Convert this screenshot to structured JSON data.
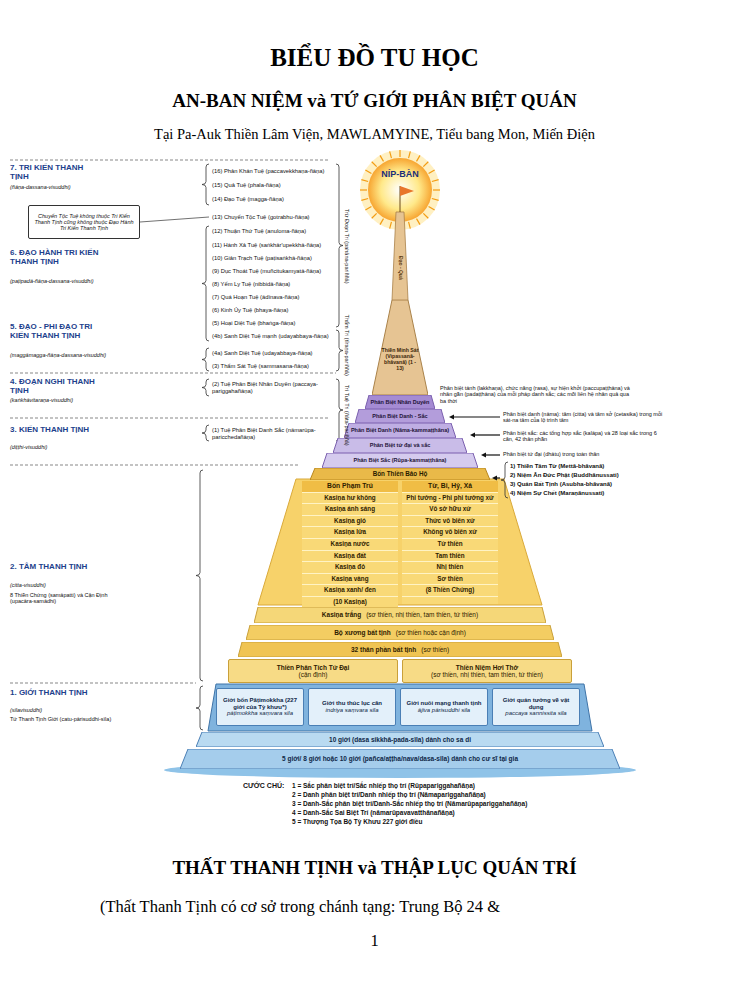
{
  "diagram": {
    "title": "BIỂU ĐỒ TU HỌC",
    "nodes": [
      {
        "text": [
          "NÍP-BÀN"
        ]
      },
      {
        "text": [
          "Thiền Minh Sát (Vipassanā-bhāvanā) (1 - 13)"
        ]
      },
      {
        "text": [
          "Phân Biệt Nhân Duyên"
        ]
      },
      {
        "text": [
          "Phân Biệt Danh - Sắc"
        ]
      },
      {
        "text": [
          "Phân Biệt Danh (Nāma-kammaṭṭhāna)"
        ]
      },
      {
        "text": [
          "Phân Biệt tứ đại và sắc"
        ]
      },
      {
        "text": [
          "Phân Biệt Sắc (Rūpa-kammaṭṭhāna)"
        ]
      },
      {
        "text": [
          "Bốn Thiền Bảo Hộ"
        ]
      },
      {
        "text": [
          "Bốn Phạm Trú",
          "Kasiṇa hư không",
          "Kasiṇa ánh sáng",
          "Kasiṇa gió",
          "Kasiṇa lửa",
          "Kasiṇa nước",
          "Kasiṇa đất",
          "Kasiṇa đỏ",
          "Kasiṇa vàng",
          "Kasiṇa xanh/ đen",
          "(10 Kasiṇa)"
        ]
      },
      {
        "text": [
          "Từ, Bi, Hỷ, Xả",
          "Phi tưởng - Phi phi tưởng xứ",
          "Vô sở hữu xứ",
          "Thức vô biên xứ",
          "Không vô biên xứ",
          "Tứ thiền",
          "Tam thiền",
          "Nhị thiền",
          "Sơ thiền",
          "(8 Thiền Chứng)"
        ]
      },
      {
        "text": [
          "Kasiṇa trắng",
          "(sơ thiền, nhị thiền, tam thiền, tứ thiền)"
        ]
      },
      {
        "text": [
          "Bộ xương bất tịnh",
          "(sơ thiền hoặc cận định)"
        ]
      },
      {
        "text": [
          "32 thân phần bất tịnh",
          "(sơ thiền)"
        ]
      },
      {
        "text": [
          "Thiền Phân Tích Tứ Đại",
          "(cận định)"
        ]
      },
      {
        "text": [
          "Thiền Niệm Hơi Thở",
          "(sơ thiền, nhị thiền, tam thiền, tứ thiền)"
        ]
      },
      {
        "text": [
          "Giới bổn Pāṭimokkha (227 giới của Tỳ khưu⁵)",
          "pāṭimokkha saṃvara sīla"
        ]
      },
      {
        "text": [
          "Giới thu thúc lục căn",
          "indriya saṃvara sīla"
        ]
      },
      {
        "text": [
          "Giới nuôi mạng thanh tịnh",
          "ājīva pārisuddhi sīla"
        ]
      },
      {
        "text": [
          "Giới quán tưởng về vật dụng",
          "paccaya sannissita sīla"
        ]
      },
      {
        "text": [
          "10 giới (dasa sikkhā-pada-sīla) dành cho sa di"
        ]
      },
      {
        "text": [
          "5 giới/ 8 giới hoặc 10 giới (pañca/aṭṭha/nava/dasa-sīla) dành cho cư sĩ tại gia"
        ]
      },
      {
        "text": [
          "Chuyển Tộc Tuệ không thuộc Tri Kiến Thanh Tịnh cũng không thuộc Đạo Hành Tri Kiến Thanh Tịnh"
        ]
      }
    ],
    "labels": [
      "AN-BAN NIỆM và TỨ GIỚI PHÂN BIỆT QUÁN",
      "Tại Pa-Auk Thiền Lâm Viện, MAWLAMYINE, Tiểu bang Mon, Miến Điện",
      "7. TRI KIẾN THANH TỊNH",
      "(ñāṇa-dassana-visuddhi)",
      "(16) Phản Khán Tuệ (paccavekkhaṇa-ñāṇa)",
      "(15) Quả Tuệ (phala-ñāṇa)",
      "(14) Đạo Tuệ (magga-ñāṇa)",
      "(13) Chuyển Tộc Tuệ (gotrabhu-ñāṇa)",
      "(12) Thuận Thứ Tuệ (anuloma-ñāṇa)",
      "6. ĐẠO HÀNH TRI KIẾN THANH TỊNH",
      "(paṭipadā-ñāṇa-dassana-visuddhi)",
      "(11) Hành Xả Tuệ (saṅkhār'upekkhā-ñāṇa)",
      "(10) Giản Trạch Tuệ (paṭisaṅkhā-ñāṇa)",
      "(9) Dục Thoát Tuệ (muñcitukamyatā-ñāṇa)",
      "(8) Yểm Ly Tuệ (nibbidā-ñāṇa)",
      "(7) Quá Hoạn Tuệ (ādīnava-ñāṇa)",
      "(6) Kinh Úy Tuệ (bhaya-ñāṇa)",
      "(5) Hoại Diệt Tuệ (bhaṅga-ñāṇa)",
      "(4b) Sanh Diệt Tuệ mạnh (udayabbaya-ñāṇa)",
      "5. ĐẠO - PHI ĐẠO TRI KIẾN THANH TỊNH",
      "(maggāmagga-ñāṇa-dassana-visuddhi)",
      "(4a) Sanh Diệt Tuệ (udayabbaya-ñāṇa)",
      "(3) Thẩm Sát Tuệ (sammasana-ñāṇa)",
      "4. ĐOẠN NGHI THANH TỊNH",
      "(kaṅkhāvitaraṇa-visuddhi)",
      "(2) Tuệ Phân Biệt Nhân Duyên (paccaya-pariggahañāṇa)",
      "3. KIẾN THANH TỊNH",
      "(diṭṭhi-visuddhi)",
      "(1) Tuệ Phân Biệt Danh Sắc (nāmarūpa-paricchedañāṇa)",
      "2. TÂM THANH TỊNH",
      "(citta-visuddhi)",
      "8 Thiền Chứng (samāpatti) và Cận Định (upacāra-samādhi)",
      "1. GIỚI THANH TỊNH",
      "(sīlavisuddhi)",
      "Tứ Thanh Tịnh Giới (catu-pārisuddhi-sīla)",
      "Trừ Đoạn Tri (pahāna-pariññā)",
      "Thẩm Tri (tīraṇa-pariññā)",
      "Trí Tuệ Tri (ñāta-pariññā)",
      "Đạo - Quả",
      "Phân biệt tánh (lakkhaṇa), chức năng (rasa), sự hiện khởi (paccupaṭṭhāna) và nhân gần (padaṭṭhāna) của mỗi pháp danh sắc; các mối liên hệ nhân quả qua ba thời",
      "Phân biệt danh (nāma): tâm (citta) và tâm sở (cetasika) trong mỗi sát-na tâm của lộ trình tâm",
      "Phân biệt sắc: các tổng hợp sắc (kalāpa) và 28 loại sắc trong 6 căn, 42 thân phần",
      "Phân biệt tứ đại (dhātu) trong toàn thân",
      "1) Thiền Tâm Từ (Mettā-bhāvanā)",
      "2) Niệm Ân Đức Phật (Buddhānussati)",
      "3) Quán Bất Tịnh (Asubha-bhāvanā)",
      "4) Niệm Sự Chết (Maraṇānussati)",
      "CƯỚC CHÚ:",
      "1 = Sắc phân biệt trí/Sắc nhiếp thọ trí (Rūpapariggahañāṇa)",
      "2 = Danh phân biệt trí/Danh nhiếp thọ trí (Nāmapariggahañāṇa)",
      "3 = Danh-Sắc phân biệt trí/Danh-Sắc nhiếp thọ trí (Nāmarūpapariggahañāṇa)",
      "4 = Danh-Sắc Sai Biệt Trí (nāmarūpavavatthānañāṇa)",
      "5 = Thượng Tọa Bộ Tỳ Khưu 227 giới điều",
      "THẤT THANH TỊNH và THẬP LỤC QUÁN TRÍ",
      "(Thất Thanh Tịnh có cơ sở trong chánh tạng: Trung Bộ 24 &",
      "1"
    ]
  }
}
